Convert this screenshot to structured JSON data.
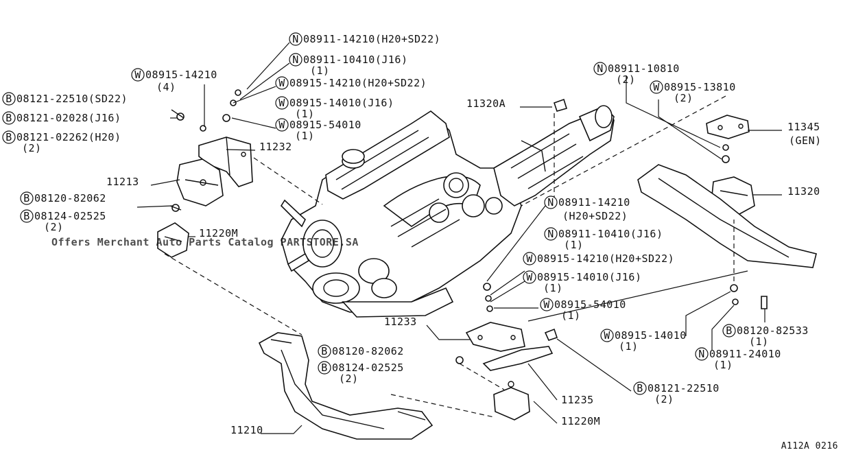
{
  "watermark": "Offers Merchant Auto Parts Catalog PARTSTORE.SA",
  "figure_code": "A112A 0216",
  "callouts": [
    {
      "id": "n1",
      "prefix": "N",
      "text": "08911-14210(H20+SD22)"
    },
    {
      "id": "n2",
      "prefix": "N",
      "text": "08911-10410(J16)"
    },
    {
      "id": "n2q",
      "prefix": "",
      "text": "(1)"
    },
    {
      "id": "w1",
      "prefix": "W",
      "text": "08915-14210"
    },
    {
      "id": "w1q",
      "prefix": "",
      "text": "(4)"
    },
    {
      "id": "w2",
      "prefix": "W",
      "text": "08915-14210(H20+SD22)"
    },
    {
      "id": "b1",
      "prefix": "B",
      "text": "08121-22510(SD22)"
    },
    {
      "id": "w3",
      "prefix": "W",
      "text": "08915-14010(J16)"
    },
    {
      "id": "w3q",
      "prefix": "",
      "text": "(1)"
    },
    {
      "id": "b2",
      "prefix": "B",
      "text": "08121-02028(J16)"
    },
    {
      "id": "w4",
      "prefix": "W",
      "text": "08915-54010"
    },
    {
      "id": "w4q",
      "prefix": "",
      "text": "(1)"
    },
    {
      "id": "b3",
      "prefix": "B",
      "text": "08121-02262(H20)"
    },
    {
      "id": "b3q",
      "prefix": "",
      "text": "(2)"
    },
    {
      "id": "p11232",
      "prefix": "",
      "text": "11232"
    },
    {
      "id": "p11213",
      "prefix": "",
      "text": "11213"
    },
    {
      "id": "b4",
      "prefix": "B",
      "text": "08120-82062"
    },
    {
      "id": "b5",
      "prefix": "B",
      "text": "08124-02525"
    },
    {
      "id": "b5q",
      "prefix": "",
      "text": "(2)"
    },
    {
      "id": "p11220m_l",
      "prefix": "",
      "text": "11220M"
    },
    {
      "id": "p11320a",
      "prefix": "",
      "text": "11320A"
    },
    {
      "id": "n3",
      "prefix": "N",
      "text": "08911-10810"
    },
    {
      "id": "n3q",
      "prefix": "",
      "text": "(2)"
    },
    {
      "id": "w5",
      "prefix": "W",
      "text": "08915-13810"
    },
    {
      "id": "w5q",
      "prefix": "",
      "text": "(2)"
    },
    {
      "id": "p11345",
      "prefix": "",
      "text": "11345"
    },
    {
      "id": "p11345g",
      "prefix": "",
      "text": "(GEN)"
    },
    {
      "id": "p11320",
      "prefix": "",
      "text": "11320"
    },
    {
      "id": "n4",
      "prefix": "N",
      "text": "08911-14210"
    },
    {
      "id": "n4b",
      "prefix": "",
      "text": "(H20+SD22)"
    },
    {
      "id": "n5",
      "prefix": "N",
      "text": "08911-10410(J16)"
    },
    {
      "id": "n5q",
      "prefix": "",
      "text": "(1)"
    },
    {
      "id": "w6",
      "prefix": "W",
      "text": "08915-14210(H20+SD22)"
    },
    {
      "id": "w7",
      "prefix": "W",
      "text": "08915-14010(J16)"
    },
    {
      "id": "w7q",
      "prefix": "",
      "text": "(1)"
    },
    {
      "id": "w8",
      "prefix": "W",
      "text": "08915-54010"
    },
    {
      "id": "w8q",
      "prefix": "",
      "text": "(1)"
    },
    {
      "id": "p11233",
      "prefix": "",
      "text": "11233"
    },
    {
      "id": "b6",
      "prefix": "B",
      "text": "08120-82062"
    },
    {
      "id": "b7",
      "prefix": "B",
      "text": "08124-02525"
    },
    {
      "id": "b7q",
      "prefix": "",
      "text": "(2)"
    },
    {
      "id": "w9",
      "prefix": "W",
      "text": "08915-14010"
    },
    {
      "id": "w9q",
      "prefix": "",
      "text": "(1)"
    },
    {
      "id": "b8",
      "prefix": "B",
      "text": "08120-82533"
    },
    {
      "id": "b8q",
      "prefix": "",
      "text": "(1)"
    },
    {
      "id": "n6",
      "prefix": "N",
      "text": "08911-24010"
    },
    {
      "id": "n6q",
      "prefix": "",
      "text": "(1)"
    },
    {
      "id": "p11235",
      "prefix": "",
      "text": "11235"
    },
    {
      "id": "b9",
      "prefix": "B",
      "text": "08121-22510"
    },
    {
      "id": "b9q",
      "prefix": "",
      "text": "(2)"
    },
    {
      "id": "p11210",
      "prefix": "",
      "text": "11210"
    },
    {
      "id": "p11220m_r",
      "prefix": "",
      "text": "11220M"
    }
  ]
}
